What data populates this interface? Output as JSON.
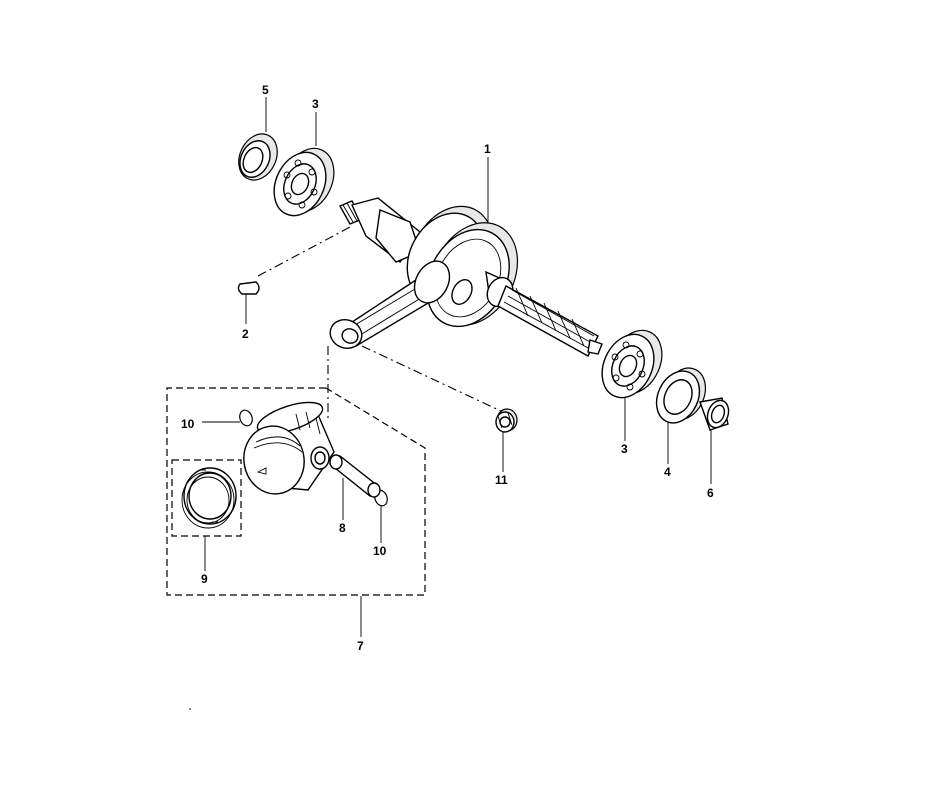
{
  "labels": {
    "p1": "1",
    "p2": "2",
    "p3a": "3",
    "p3b": "3",
    "p4": "4",
    "p5": "5",
    "p6": "6",
    "p7": "7",
    "p8": "8",
    "p9": "9",
    "p10a": "10",
    "p10b": "10",
    "p11": "11"
  }
}
